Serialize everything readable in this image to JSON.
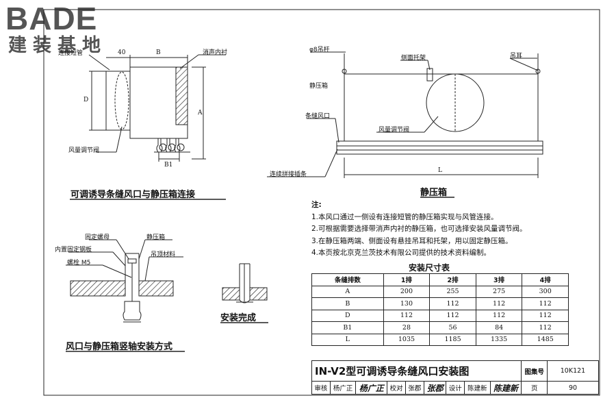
{
  "logo": {
    "main": "BADE",
    "sub": "建装基地"
  },
  "fig1": {
    "caption": "可调诱导条缝风口与静压箱连接",
    "labels": {
      "pipe": "连接短管",
      "liner": "消声内衬",
      "damper": "风量调节阀",
      "dimD": "D",
      "dimB": "B",
      "dimA": "A",
      "dimB1": "B1",
      "dim40": "40"
    }
  },
  "fig2": {
    "caption": "静压箱",
    "labels": {
      "rod": "φ8吊杆",
      "bracket": "侧面托架",
      "ear": "吊耳",
      "box": "静压箱",
      "slot": "条缝风口",
      "damper": "风量调节阀",
      "strip": "连续拼接插条",
      "dimL": "L"
    }
  },
  "fig3": {
    "caption": "风口与静压箱竖轴安装方式",
    "labels": {
      "nut": "固定螺母",
      "box": "静压箱",
      "plate": "内置固定钢板",
      "ceiling": "吊顶材料",
      "bolt": "螺栓 M5"
    }
  },
  "fig4": {
    "caption": "安装完成"
  },
  "notes": {
    "title": "注:",
    "lines": [
      "1.本风口通过一侧设有连接短管的静压箱实现与风管连接。",
      "2.可根据需要选择带消声内衬的静压箱，也可选择安装风量调节阀。",
      "3.在静压箱两端、侧面设有悬挂吊耳和托架，用以固定静压箱。",
      "4.本页按北京克兰茨技术有限公司提供的技术资料编制。"
    ]
  },
  "size_table": {
    "title": "安装尺寸表",
    "header": [
      "条缝排数",
      "1排",
      "2排",
      "3排",
      "4排"
    ],
    "rows": [
      [
        "A",
        "200",
        "255",
        "275",
        "300"
      ],
      [
        "B",
        "130",
        "112",
        "112",
        "112"
      ],
      [
        "D",
        "112",
        "112",
        "112",
        "112"
      ],
      [
        "B1",
        "28",
        "56",
        "84",
        "112"
      ],
      [
        "L",
        "1035",
        "1185",
        "1335",
        "1485"
      ]
    ]
  },
  "title_block": {
    "title": "IN-V2型可调诱导条缝风口安装图",
    "atlas_label": "图集号",
    "atlas_no": "10K121",
    "review_label": "审核",
    "reviewer": "杨广正",
    "reviewer_sig": "杨广正",
    "check_label": "校对",
    "checker": "张郡",
    "checker_sig": "张郡",
    "design_label": "设计",
    "designer": "陈建新",
    "designer_sig": "陈建新",
    "page_label": "页",
    "page_no": "90"
  }
}
